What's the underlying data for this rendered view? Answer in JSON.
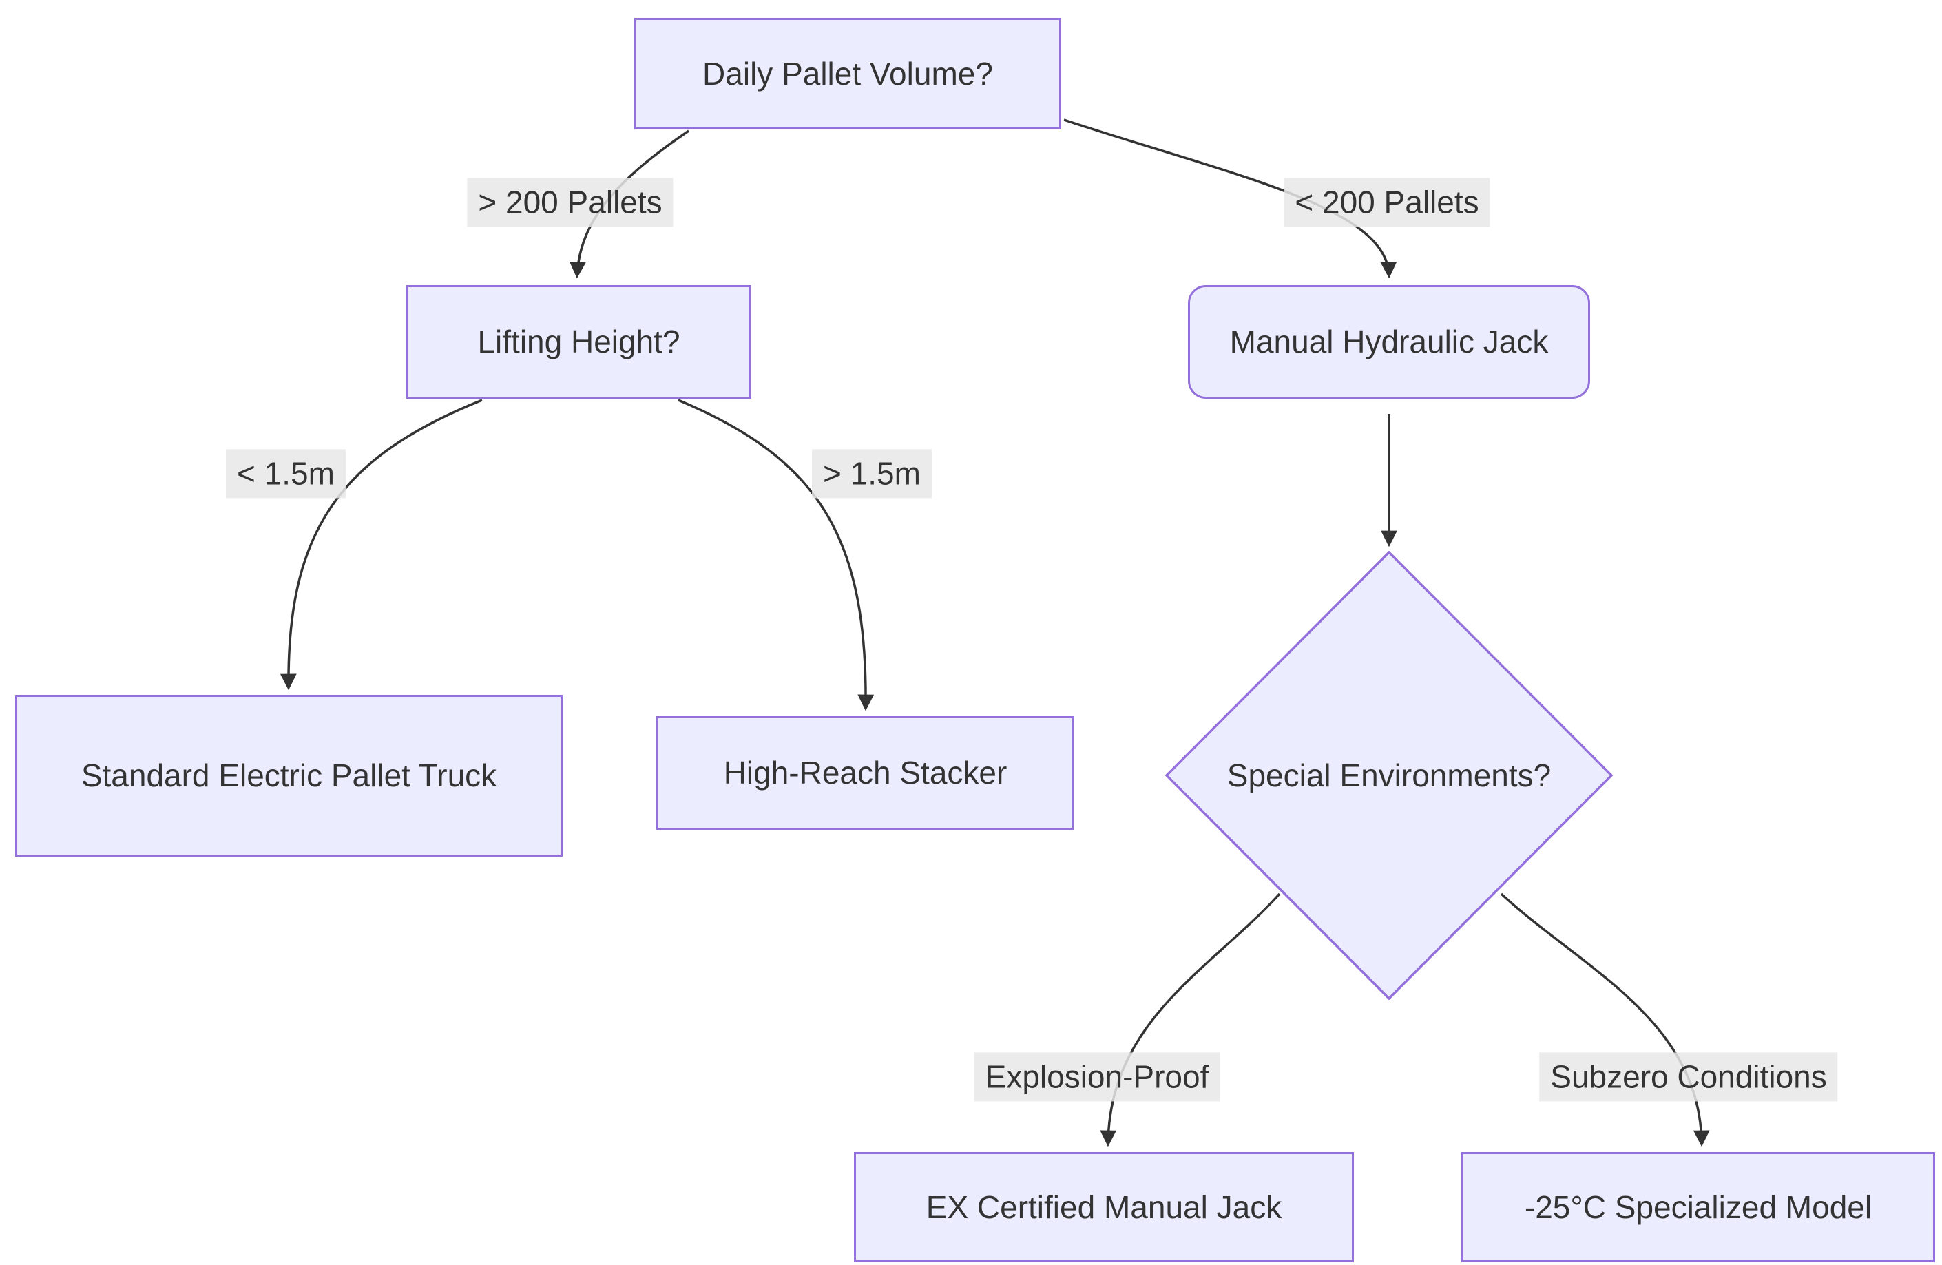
{
  "diagram": {
    "type": "flowchart-decision-tree",
    "background": "#ffffff",
    "colors": {
      "node_fill": "#ECECFF",
      "node_border": "#9370DB",
      "text": "#333333",
      "edge_line": "#333333",
      "edge_label_bg": "#e8e8e8"
    },
    "nodes": [
      {
        "id": "daily-volume",
        "label": "Daily Pallet Volume?",
        "shape": "rect"
      },
      {
        "id": "lifting-height",
        "label": "Lifting Height?",
        "shape": "rect"
      },
      {
        "id": "manual-jack",
        "label": "Manual Hydraulic Jack",
        "shape": "rounded-rect"
      },
      {
        "id": "std-electric",
        "label": "Standard Electric Pallet Truck",
        "shape": "rect"
      },
      {
        "id": "high-reach",
        "label": "High-Reach Stacker",
        "shape": "rect"
      },
      {
        "id": "special-env",
        "label": "Special Environments?",
        "shape": "diamond"
      },
      {
        "id": "ex-certified",
        "label": "EX Certified Manual Jack",
        "shape": "rect"
      },
      {
        "id": "subzero-model",
        "label": "-25°C Specialized Model",
        "shape": "rect"
      }
    ],
    "edges": [
      {
        "from": "daily-volume",
        "to": "lifting-height",
        "label": "> 200 Pallets"
      },
      {
        "from": "daily-volume",
        "to": "manual-jack",
        "label": "< 200 Pallets"
      },
      {
        "from": "lifting-height",
        "to": "std-electric",
        "label": "< 1.5m"
      },
      {
        "from": "lifting-height",
        "to": "high-reach",
        "label": "> 1.5m"
      },
      {
        "from": "manual-jack",
        "to": "special-env",
        "label": ""
      },
      {
        "from": "special-env",
        "to": "ex-certified",
        "label": "Explosion-Proof"
      },
      {
        "from": "special-env",
        "to": "subzero-model",
        "label": "Subzero Conditions"
      }
    ]
  }
}
